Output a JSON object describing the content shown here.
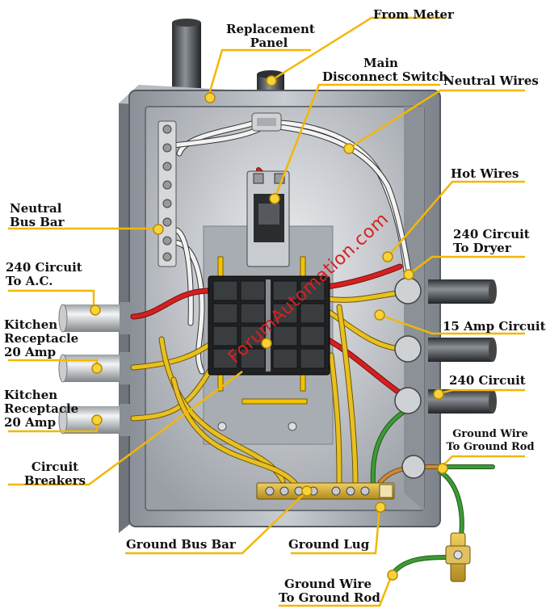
{
  "labels": {
    "from_meter": "From Meter",
    "replacement_panel_1": "Replacement",
    "replacement_panel_2": "Panel",
    "main_disconnect_1": "Main",
    "main_disconnect_2": "Disconnect Switch",
    "neutral_wires": "Neutral Wires",
    "hot_wires": "Hot Wires",
    "neutral_bus_bar_1": "Neutral",
    "neutral_bus_bar_2": "Bus Bar",
    "circuit_240_ac_1": "240 Circuit",
    "circuit_240_ac_2": "To A.C.",
    "circuit_240_dryer_1": "240 Circuit",
    "circuit_240_dryer_2": "To Dryer",
    "kitchen_receptacle_a_1": "Kitchen",
    "kitchen_receptacle_a_2": "Receptacle",
    "kitchen_receptacle_a_3": "20 Amp",
    "circuit_15_amp": "15 Amp Circuit",
    "circuit_240": "240 Circuit",
    "kitchen_receptacle_b_1": "Kitchen",
    "kitchen_receptacle_b_2": "Receptacle",
    "kitchen_receptacle_b_3": "20 Amp",
    "ground_wire_rod_top_1": "Ground Wire",
    "ground_wire_rod_top_2": "To Ground Rod",
    "circuit_breakers_1": "Circuit",
    "circuit_breakers_2": "Breakers",
    "ground_bus_bar": "Ground Bus Bar",
    "ground_lug": "Ground Lug",
    "ground_wire_rod_bottom_1": "Ground Wire",
    "ground_wire_rod_bottom_2": "To Ground Rod"
  },
  "watermark": "ForumAutomation.com",
  "colors": {
    "leader": "#f2b705",
    "leader_dot": "#f7d23a",
    "hot_wire": "#d42020",
    "neutral_wire": "#f2f2f2",
    "circuit_wire": "#e8c020",
    "ground_wire": "#3e9a35",
    "enclosure": "#9aa0a8",
    "watermark": "#d82020"
  }
}
